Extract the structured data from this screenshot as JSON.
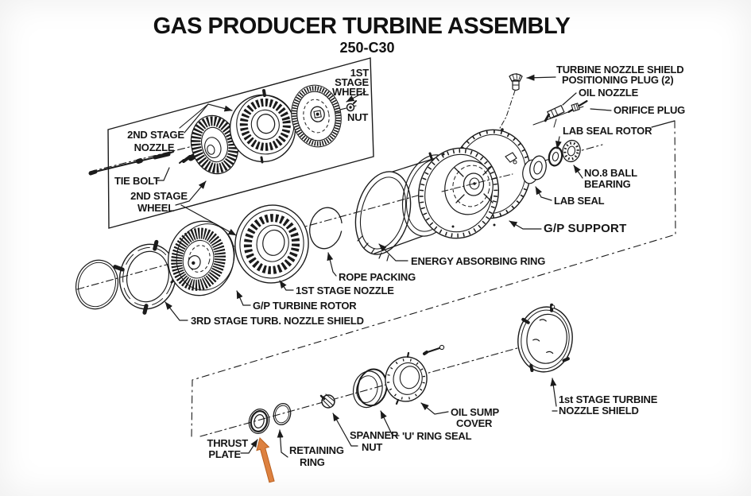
{
  "title": "GAS PRODUCER TURBINE ASSEMBLY",
  "subtitle": "250-C30",
  "colors": {
    "ink": "#1b1b1b",
    "accent": "#dd8140",
    "background": "#ffffff"
  },
  "labels": {
    "first_stage_wheel": {
      "lines": [
        "1ST",
        "STAGE",
        "WHEEL"
      ]
    },
    "nut": {
      "lines": [
        "NUT"
      ]
    },
    "second_stage_nozzle": {
      "lines": [
        "2ND STAGE",
        "NOZZLE"
      ]
    },
    "tie_bolt": {
      "lines": [
        "TIE BOLT"
      ]
    },
    "second_stage_wheel": {
      "lines": [
        "2ND STAGE",
        "WHEEL"
      ]
    },
    "positioning_plug": {
      "lines": [
        "TURBINE NOZZLE SHIELD",
        "POSITIONING PLUG (2)"
      ]
    },
    "oil_nozzle": {
      "lines": [
        "OIL NOZZLE"
      ]
    },
    "orifice_plug": {
      "lines": [
        "ORIFICE PLUG"
      ]
    },
    "lab_seal_rotor": {
      "lines": [
        "LAB SEAL ROTOR"
      ]
    },
    "no8_ball_bearing": {
      "lines": [
        "NO.8 BALL",
        "BEARING"
      ]
    },
    "lab_seal": {
      "lines": [
        "LAB SEAL"
      ]
    },
    "gp_support": {
      "lines": [
        "G/P SUPPORT"
      ]
    },
    "energy_absorbing_ring": {
      "lines": [
        "ENERGY ABSORBING RING"
      ]
    },
    "rope_packing": {
      "lines": [
        "ROPE PACKING"
      ]
    },
    "first_stage_nozzle": {
      "lines": [
        "1ST STAGE NOZZLE"
      ]
    },
    "gp_turbine_rotor": {
      "lines": [
        "G/P TURBINE ROTOR"
      ]
    },
    "third_stage_shield": {
      "lines": [
        "3RD STAGE TURB. NOZZLE SHIELD"
      ]
    },
    "first_stage_turbine_nozzle_shield": {
      "lines": [
        "1st STAGE TURBINE",
        "NOZZLE SHIELD"
      ]
    },
    "oil_sump_cover": {
      "lines": [
        "OIL SUMP",
        "COVER"
      ]
    },
    "u_ring_seal": {
      "lines": [
        "'U' RING SEAL"
      ]
    },
    "spanner_nut": {
      "lines": [
        "SPANNER",
        "NUT"
      ]
    },
    "retaining_ring": {
      "lines": [
        "RETAINING",
        "RING"
      ]
    },
    "thrust_plate": {
      "lines": [
        "THRUST",
        "PLATE"
      ]
    }
  }
}
